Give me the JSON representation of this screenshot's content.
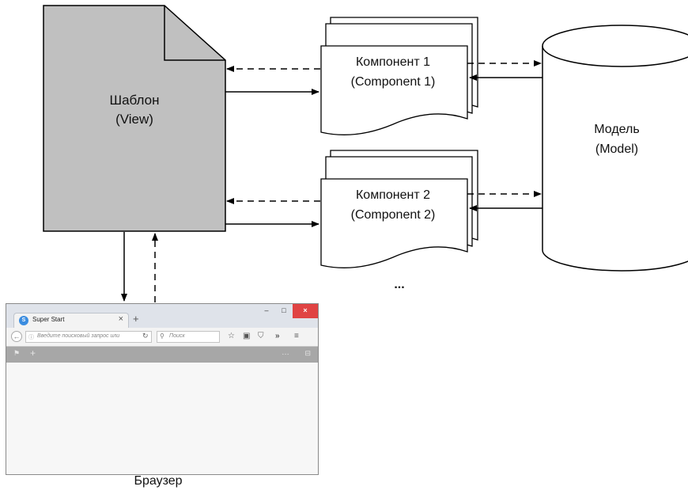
{
  "view": {
    "line1": "Шаблон",
    "line2": "(View)"
  },
  "component1": {
    "line1": "Компонент 1",
    "line2": "(Component 1)"
  },
  "component2": {
    "line1": "Компонент 2",
    "line2": "(Component 2)"
  },
  "ellipsis": "...",
  "model": {
    "line1": "Модель",
    "line2": "(Model)"
  },
  "browser_label": "Браузер",
  "browser": {
    "tab_title": "Super Start",
    "tab_favicon": "S",
    "url_placeholder": "Введите поисковый запрос или",
    "search_placeholder": "Поиск",
    "icons": [
      "back-icon",
      "info-icon",
      "reload-icon",
      "search-icon",
      "star-icon",
      "clipboard-icon",
      "pocket-icon",
      "overflow-icon",
      "menu-icon",
      "add-icon"
    ]
  },
  "colors": {
    "view_fill": "#c0c0c0",
    "stroke": "#000000",
    "browser_toolbar": "#a7a7a7",
    "close_button": "#e04343"
  }
}
